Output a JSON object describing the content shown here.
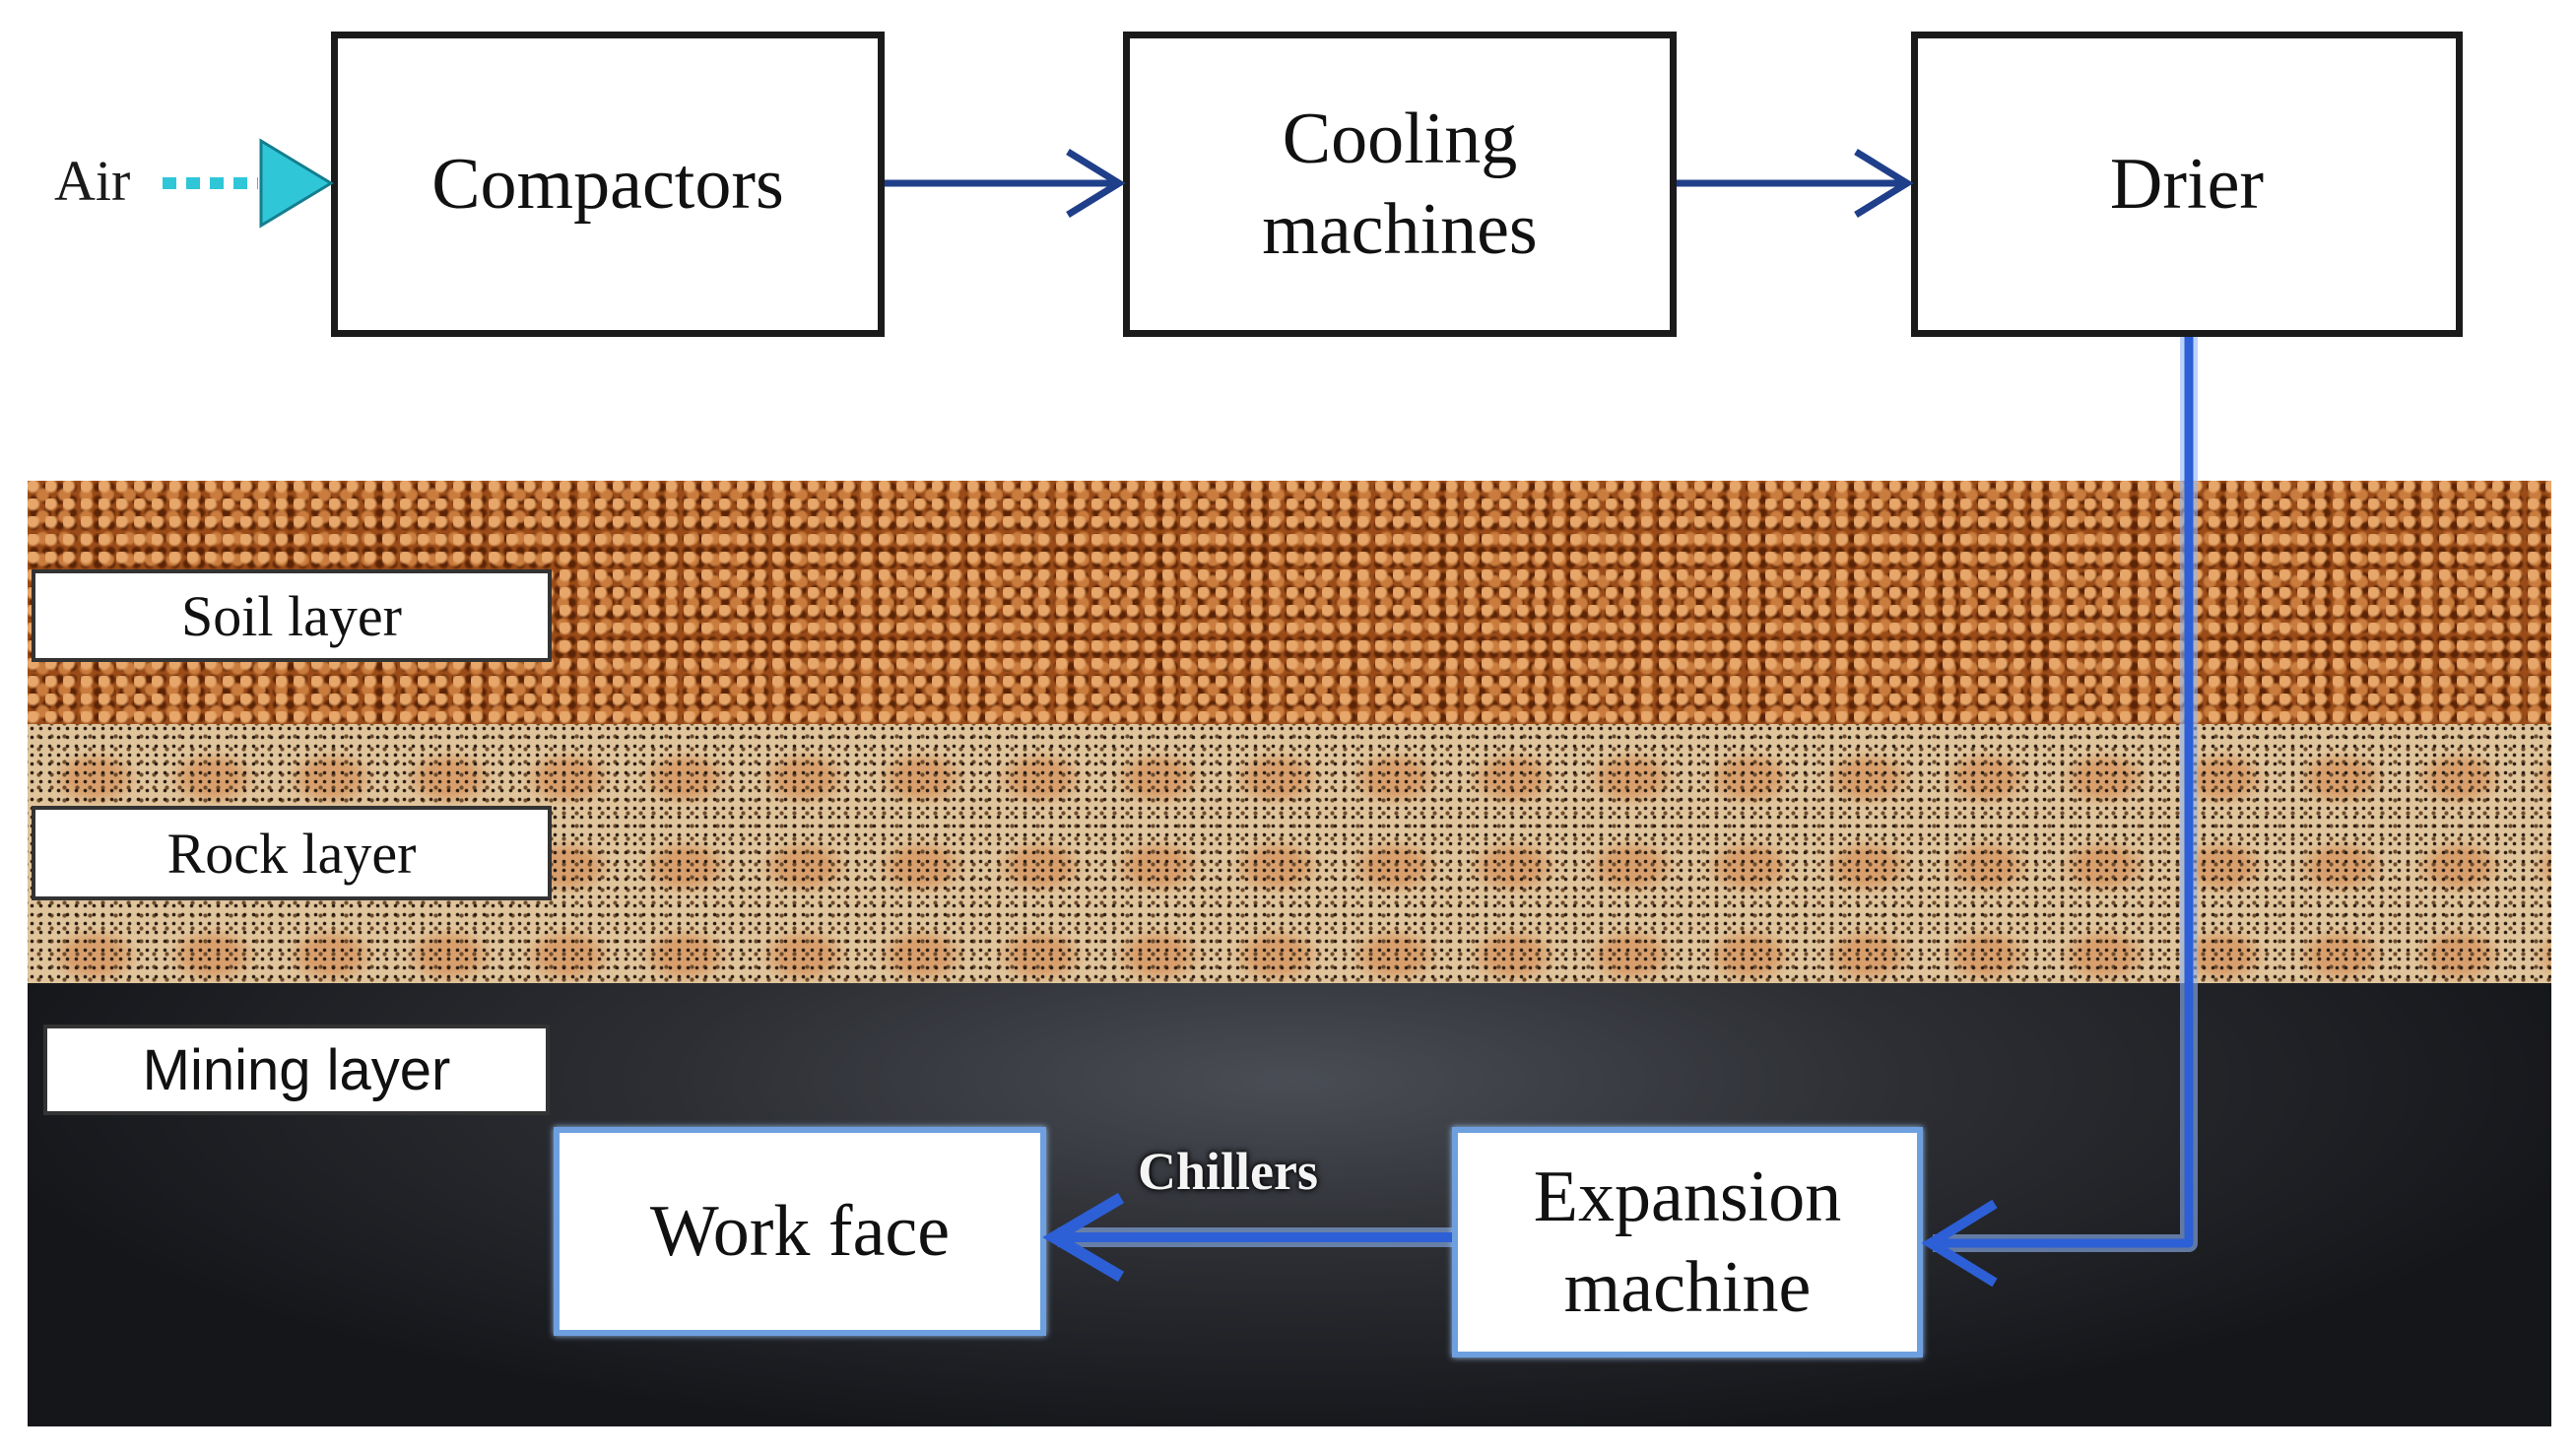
{
  "process": {
    "air_label": "Air",
    "compactors": "Compactors",
    "cooling_line1": "Cooling",
    "cooling_line2": "machines",
    "drier": "Drier"
  },
  "layers": {
    "soil": "Soil layer",
    "rock": "Rock layer",
    "mining": "Mining layer"
  },
  "underground": {
    "work_face": "Work face",
    "expansion_line1": "Expansion",
    "expansion_line2": "machine",
    "chillers": "Chillers"
  },
  "colors": {
    "air_arrow": "#2fc6d8",
    "flow_line": "#1f3f8a",
    "cold_line": "#2d5fd6",
    "cold_glow": "#8fb6f5"
  }
}
